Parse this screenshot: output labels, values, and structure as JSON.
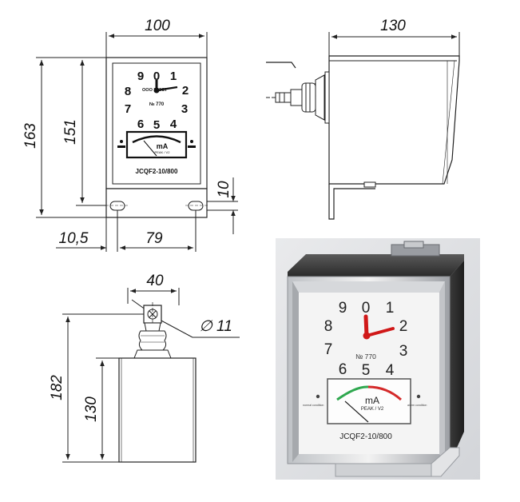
{
  "front_view": {
    "dims": {
      "width": "100",
      "height_total": "163",
      "height_body": "151",
      "mount_gap": "10",
      "offset": "10,5",
      "hole_spacing": "79"
    },
    "dial_numbers": [
      "9",
      "0",
      "1",
      "8",
      "2",
      "7",
      "3",
      "6",
      "5",
      "4"
    ],
    "maker": "ООО \"ЭЗСТ\"",
    "serial": "№ 770",
    "meter_unit": "mA",
    "meter_sub": "PEAK / V2",
    "model": "JCQF2-10/800"
  },
  "side_view": {
    "dims": {
      "depth": "130"
    }
  },
  "bottom_view": {
    "dims": {
      "stem_width": "40",
      "diameter": "∅ 11",
      "height_total": "182",
      "height_body": "130"
    }
  },
  "photo": {
    "dial_numbers": [
      "9",
      "0",
      "1",
      "8",
      "2",
      "7",
      "3",
      "6",
      "5",
      "4"
    ],
    "serial": "№ 770",
    "meter_unit": "mA",
    "meter_sub": "PEAK / V2",
    "left_lamp_label": "normal condition",
    "right_lamp_label": "alarm condition",
    "model": "JCQF2-10/800",
    "colors": {
      "hand": "#d01818",
      "scale_green": "#2fa84f",
      "scale_red": "#d42a2a",
      "housing": "#2b2b2b",
      "face": "#f4f4f4"
    }
  }
}
